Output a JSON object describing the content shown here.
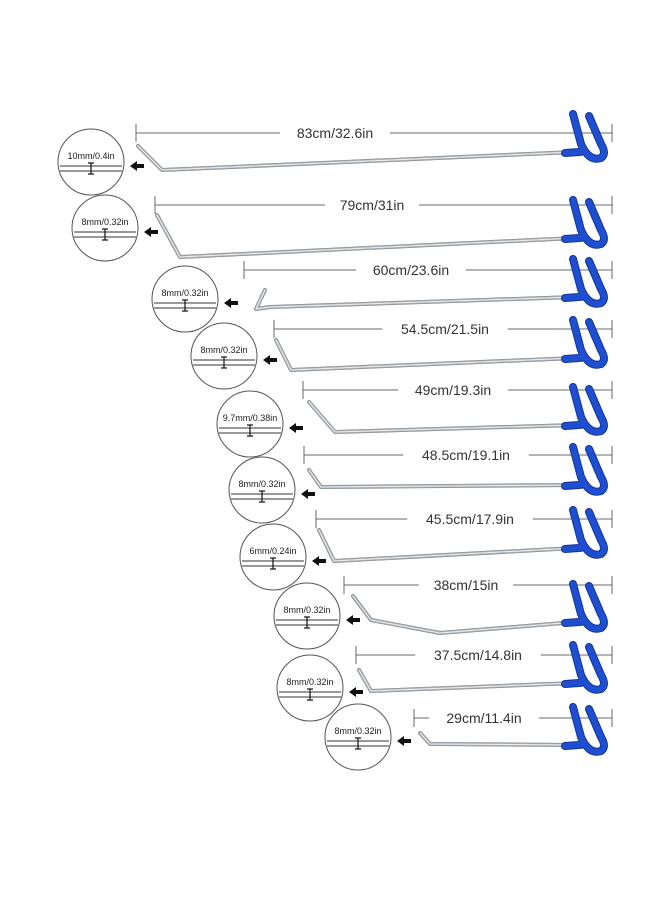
{
  "colors": {
    "rod_steel": "#a9aeb3",
    "rod_highlight": "#eef1f3",
    "rod_shadow": "#7b8085",
    "handle_blue": "#1f4fd1",
    "handle_blue_dark": "#12339a",
    "dimension_line": "#6a6a6a",
    "arrow": "#111111",
    "circle_stroke": "#555555"
  },
  "tools": [
    {
      "length_label": "83cm/32.6in",
      "diameter_label": "10mm/0.4in",
      "tip_style": "angled-down",
      "icon": "magnifier-circle"
    },
    {
      "length_label": "79cm/31in",
      "diameter_label": "8mm/0.32in",
      "tip_style": "vertical-down",
      "icon": "magnifier-circle"
    },
    {
      "length_label": "60cm/23.6in",
      "diameter_label": "8mm/0.32in",
      "tip_style": "hook",
      "icon": "magnifier-circle"
    },
    {
      "length_label": "54.5cm/21.5in",
      "diameter_label": "8mm/0.32in",
      "tip_style": "vertical-down",
      "icon": "magnifier-circle"
    },
    {
      "length_label": "49cm/19.3in",
      "diameter_label": "9.7mm/0.38in",
      "tip_style": "angled-down",
      "icon": "magnifier-circle"
    },
    {
      "length_label": "48.5cm/19.1in",
      "diameter_label": "8mm/0.32in",
      "tip_style": "short-angled",
      "icon": "magnifier-circle"
    },
    {
      "length_label": "45.5cm/17.9in",
      "diameter_label": "6mm/0.24in",
      "tip_style": "vertical-down",
      "icon": "magnifier-circle"
    },
    {
      "length_label": "38cm/15in",
      "diameter_label": "8mm/0.32in",
      "tip_style": "bent-v",
      "icon": "magnifier-circle"
    },
    {
      "length_label": "37.5cm/14.8in",
      "diameter_label": "8mm/0.32in",
      "tip_style": "vertical-down",
      "icon": "magnifier-circle"
    },
    {
      "length_label": "29cm/11.4in",
      "diameter_label": "8mm/0.32in",
      "tip_style": "short-angled",
      "icon": "magnifier-circle"
    }
  ]
}
